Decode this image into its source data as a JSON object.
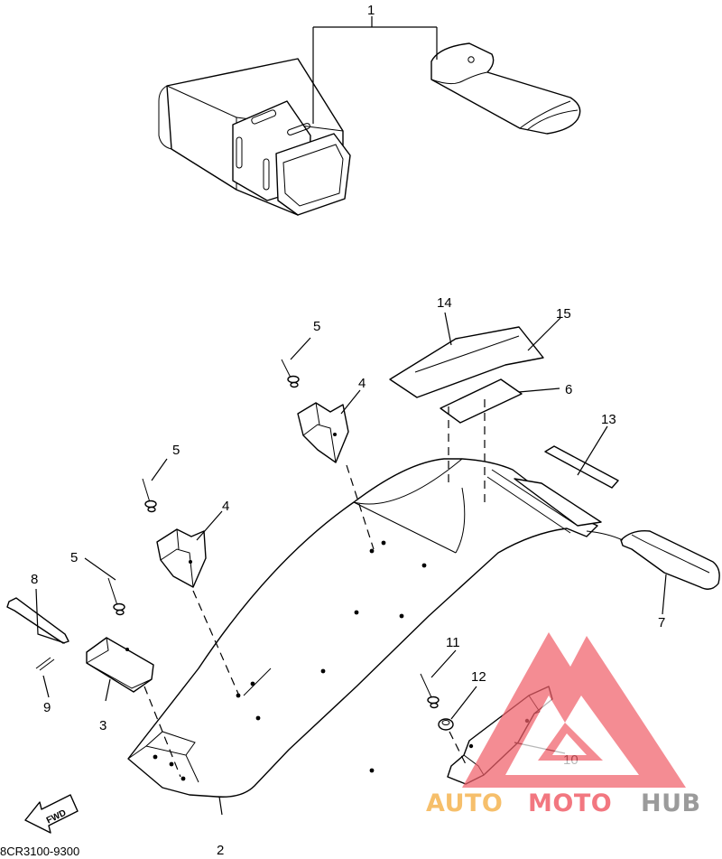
{
  "diagram": {
    "drawing_code": "8CR3100-9300",
    "fwd_label": "FWD",
    "callouts": {
      "c1": "1",
      "c2": "2",
      "c3": "3",
      "c4a": "4",
      "c4b": "4",
      "c5a": "5",
      "c5b": "5",
      "c5c": "5",
      "c6": "6",
      "c7": "7",
      "c8": "8",
      "c9": "9",
      "c10": "10",
      "c11": "11",
      "c12": "12",
      "c13": "13",
      "c14": "14",
      "c15": "15"
    }
  },
  "watermark": {
    "brand_auto": "AUTO",
    "brand_moto": "MOTO",
    "brand_hub": "HUB",
    "colors": {
      "red": "#f0606a",
      "orange": "#f5b552",
      "gray": "#8a8a8a"
    }
  }
}
